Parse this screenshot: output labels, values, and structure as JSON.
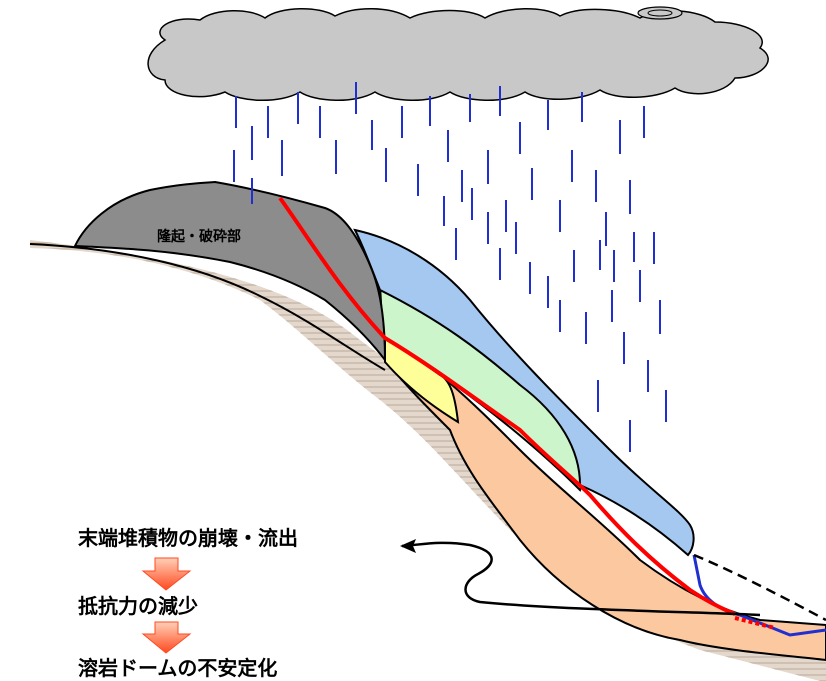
{
  "labels": {
    "uplift_zone": "隆起・破砕部",
    "step1": "末端堆積物の崩壊・流出",
    "step2": "抵抗力の減少",
    "step3": "溶岩ドームの不安定化"
  },
  "colors": {
    "cloud": "#c8c8c8",
    "rain": "#1f2fd0",
    "uplift_zone": "#8c8c8c",
    "blue_layer": "#a4c8f0",
    "green_layer": "#ccf5cc",
    "yellow_layer": "#ffff99",
    "orange_layer": "#fbc8a0",
    "ground_hatch": "#c8b8a8",
    "slip_surface": "#ff0000",
    "arrow_fill": "#ff5a3c"
  }
}
